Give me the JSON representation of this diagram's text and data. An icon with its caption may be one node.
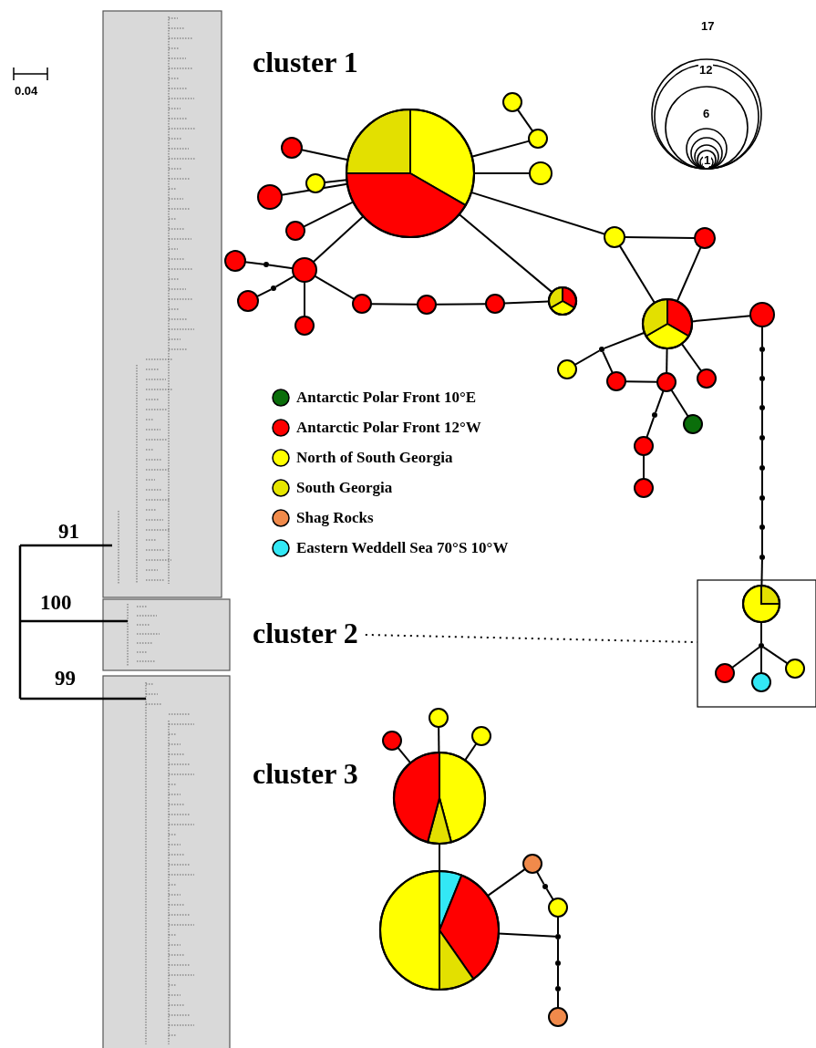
{
  "diagram": {
    "nodes": [
      {
        "text": [],
        "shape": "circle"
      },
      {
        "text": [],
        "shape": "circle"
      },
      {
        "text": [],
        "shape": "circle"
      },
      {
        "text": [],
        "shape": "circle"
      },
      {
        "text": [],
        "shape": "circle"
      },
      {
        "text": [],
        "shape": "circle"
      },
      {
        "text": [],
        "shape": "circle"
      },
      {
        "text": [],
        "shape": "circle"
      },
      {
        "text": [],
        "shape": "circle"
      },
      {
        "text": [],
        "shape": "circle"
      },
      {
        "text": [],
        "shape": "circle"
      },
      {
        "text": [],
        "shape": "circle"
      },
      {
        "text": [],
        "shape": "dot"
      },
      {
        "text": [],
        "shape": "dot"
      },
      {
        "text": [],
        "shape": "circle"
      },
      {
        "text": [],
        "shape": "circle"
      },
      {
        "text": [],
        "shape": "circle"
      },
      {
        "text": [],
        "shape": "circle"
      },
      {
        "text": [],
        "shape": "circle"
      },
      {
        "text": [],
        "shape": "circle"
      },
      {
        "text": [],
        "shape": "circle"
      },
      {
        "text": [],
        "shape": "circle"
      },
      {
        "text": [],
        "shape": "dot"
      },
      {
        "text": [],
        "shape": "circle"
      },
      {
        "text": [],
        "shape": "circle"
      },
      {
        "text": [],
        "shape": "circle"
      },
      {
        "text": [],
        "shape": "circle"
      },
      {
        "text": [],
        "shape": "circle"
      },
      {
        "text": [],
        "shape": "dot"
      },
      {
        "text": [],
        "shape": "circle"
      },
      {
        "text": [],
        "shape": "circle"
      },
      {
        "text": [],
        "shape": "dot"
      },
      {
        "text": [],
        "shape": "dot"
      },
      {
        "text": [],
        "shape": "dot"
      },
      {
        "text": [],
        "shape": "dot"
      },
      {
        "text": [],
        "shape": "dot"
      },
      {
        "text": [],
        "shape": "dot"
      },
      {
        "text": [],
        "shape": "dot"
      },
      {
        "text": [],
        "shape": "dot"
      },
      {
        "text": [
          "cluster 2"
        ]
      },
      {
        "text": [],
        "shape": "box"
      },
      {
        "text": [],
        "shape": "circle",
        "in": 40
      },
      {
        "text": [],
        "shape": "dot",
        "in": 40
      },
      {
        "text": [],
        "shape": "circle",
        "in": 40
      },
      {
        "text": [],
        "shape": "circle",
        "in": 40
      },
      {
        "text": [],
        "shape": "circle",
        "in": 40
      },
      {
        "text": [],
        "shape": "circle"
      },
      {
        "text": [],
        "shape": "circle"
      },
      {
        "text": [],
        "shape": "circle"
      },
      {
        "text": [],
        "shape": "circle"
      },
      {
        "text": [],
        "shape": "circle"
      },
      {
        "text": [],
        "shape": "dot"
      },
      {
        "text": [],
        "shape": "circle"
      },
      {
        "text": [],
        "shape": "circle"
      },
      {
        "text": [],
        "shape": "dot"
      },
      {
        "text": [],
        "shape": "dot"
      },
      {
        "text": [],
        "shape": "dot"
      },
      {
        "text": [],
        "shape": "circle"
      }
    ],
    "edges": [
      {
        "from": 0,
        "to": 2,
        "arrow": "none"
      },
      {
        "from": 4,
        "to": 2,
        "arrow": "none"
      },
      {
        "from": 4,
        "to": 5,
        "arrow": "none"
      },
      {
        "from": 4,
        "to": 1,
        "arrow": "none"
      },
      {
        "from": 4,
        "to": 3,
        "arrow": "none"
      },
      {
        "from": 4,
        "to": 6,
        "arrow": "none"
      },
      {
        "from": 4,
        "to": 7,
        "arrow": "none"
      },
      {
        "from": 4,
        "to": 10,
        "arrow": "none"
      },
      {
        "from": 4,
        "to": 8,
        "arrow": "none"
      },
      {
        "from": 4,
        "to": 19,
        "arrow": "none"
      },
      {
        "from": 10,
        "to": 12,
        "arrow": "none"
      },
      {
        "from": 12,
        "to": 11,
        "arrow": "none"
      },
      {
        "from": 10,
        "to": 13,
        "arrow": "none"
      },
      {
        "from": 13,
        "to": 14,
        "arrow": "none"
      },
      {
        "from": 10,
        "to": 15,
        "arrow": "none"
      },
      {
        "from": 10,
        "to": 16,
        "arrow": "none"
      },
      {
        "from": 16,
        "to": 17,
        "arrow": "none"
      },
      {
        "from": 17,
        "to": 18,
        "arrow": "none"
      },
      {
        "from": 18,
        "to": 19,
        "arrow": "none"
      },
      {
        "from": 8,
        "to": 9,
        "arrow": "none"
      },
      {
        "from": 8,
        "to": 20,
        "arrow": "none"
      },
      {
        "from": 9,
        "to": 20,
        "arrow": "none"
      },
      {
        "from": 20,
        "to": 21,
        "arrow": "none"
      },
      {
        "from": 20,
        "to": 22,
        "arrow": "none"
      },
      {
        "from": 22,
        "to": 23,
        "arrow": "none"
      },
      {
        "from": 22,
        "to": 24,
        "arrow": "none"
      },
      {
        "from": 24,
        "to": 25,
        "arrow": "none"
      },
      {
        "from": 20,
        "to": 25,
        "arrow": "none"
      },
      {
        "from": 20,
        "to": 26,
        "arrow": "none"
      },
      {
        "from": 25,
        "to": 27,
        "arrow": "none"
      },
      {
        "from": 25,
        "to": 28,
        "arrow": "none"
      },
      {
        "from": 28,
        "to": 29,
        "arrow": "none"
      },
      {
        "from": 29,
        "to": 30,
        "arrow": "none"
      },
      {
        "from": 21,
        "to": 31,
        "arrow": "none"
      },
      {
        "from": 31,
        "to": 32,
        "arrow": "none"
      },
      {
        "from": 32,
        "to": 33,
        "arrow": "none"
      },
      {
        "from": 33,
        "to": 34,
        "arrow": "none"
      },
      {
        "from": 34,
        "to": 35,
        "arrow": "none"
      },
      {
        "from": 35,
        "to": 36,
        "arrow": "none"
      },
      {
        "from": 36,
        "to": 37,
        "arrow": "none"
      },
      {
        "from": 37,
        "to": 38,
        "arrow": "none"
      },
      {
        "from": 38,
        "to": 41,
        "arrow": "none"
      },
      {
        "from": 41,
        "to": 42,
        "arrow": "none"
      },
      {
        "from": 42,
        "to": 43,
        "arrow": "none"
      },
      {
        "from": 42,
        "to": 44,
        "arrow": "none"
      },
      {
        "from": 42,
        "to": 45,
        "arrow": "none"
      },
      {
        "from": 39,
        "to": 40,
        "arrow": "none",
        "style": "dashed"
      },
      {
        "from": 49,
        "to": 46,
        "arrow": "none"
      },
      {
        "from": 49,
        "to": 47,
        "arrow": "none"
      },
      {
        "from": 49,
        "to": 48,
        "arrow": "none"
      },
      {
        "from": 49,
        "to": 53,
        "arrow": "none"
      },
      {
        "from": 53,
        "to": 50,
        "arrow": "none"
      },
      {
        "from": 50,
        "to": 51,
        "arrow": "none"
      },
      {
        "from": 51,
        "to": 52,
        "arrow": "none"
      },
      {
        "from": 52,
        "to": 54,
        "arrow": "none"
      },
      {
        "from": 53,
        "to": 54,
        "arrow": "none"
      },
      {
        "from": 54,
        "to": 55,
        "arrow": "none"
      },
      {
        "from": 55,
        "to": 56,
        "arrow": "none"
      },
      {
        "from": 56,
        "to": 57,
        "arrow": "none"
      }
    ],
    "labels": [
      "17",
      "cluster 1",
      "12",
      "0.04",
      "6",
      "1",
      "91",
      "100",
      "99",
      "cluster 3"
    ],
    "legend": [
      {
        "text": "Antarctic Polar Front 10°E",
        "color": "#0b6e0b"
      },
      {
        "text": "Antarctic Polar Front 12°W",
        "color": "#ff0000"
      },
      {
        "text": "North of South Georgia",
        "color": "#ffff00"
      },
      {
        "text": "South Georgia",
        "color": "#e6e600"
      },
      {
        "text": "Shag Rocks",
        "color": "#f08a4b"
      },
      {
        "text": "Eastern Weddell Sea 70°S 10°W",
        "color": "#33e8f5"
      }
    ]
  }
}
